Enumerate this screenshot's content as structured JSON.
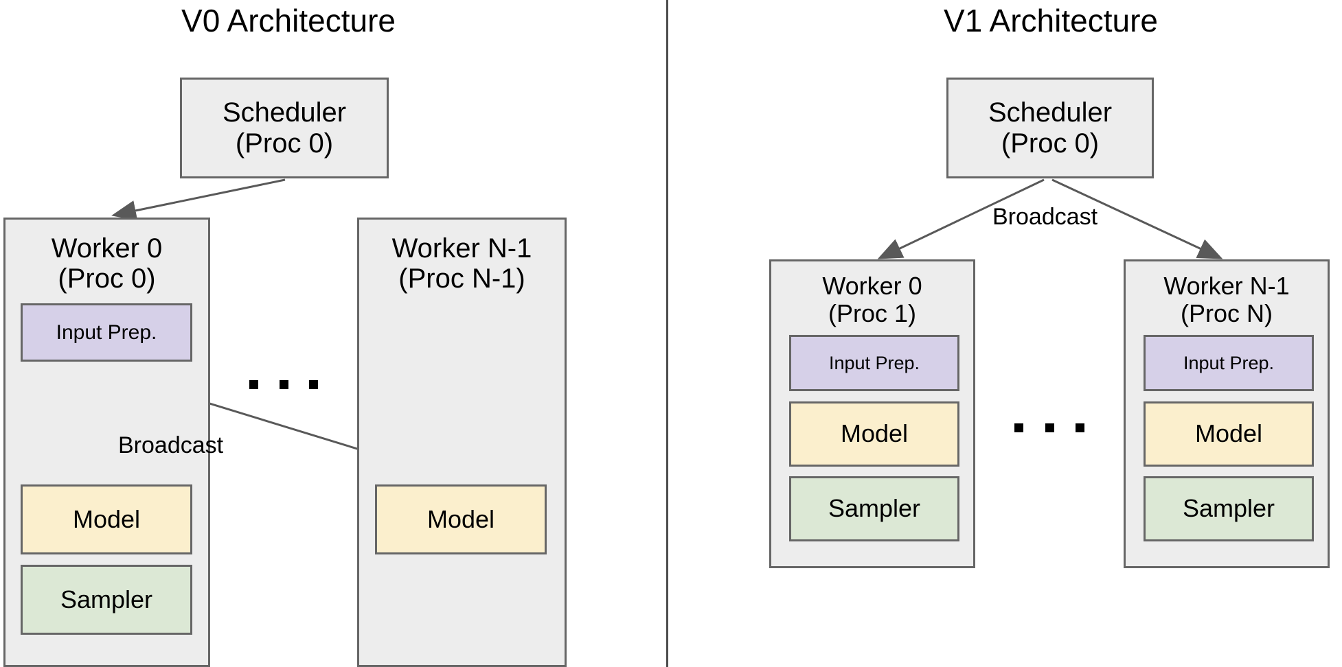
{
  "colors": {
    "container_fill": "#ededed",
    "container_border": "#666666",
    "input_prep_fill": "#d6d0e8",
    "model_fill": "#fbefcd",
    "sampler_fill": "#dce8d5",
    "arrow": "#595959",
    "divider": "#4d4d4d",
    "text": "#000000",
    "background": "#ffffff"
  },
  "panels": {
    "left": {
      "title": "V0 Architecture",
      "scheduler": {
        "line1": "Scheduler",
        "line2": "(Proc 0)"
      },
      "workers": [
        {
          "line1": "Worker 0",
          "line2": "(Proc 0)",
          "components": [
            {
              "label": "Input Prep.",
              "kind": "input-prep"
            },
            {
              "label": "Model",
              "kind": "model"
            },
            {
              "label": "Sampler",
              "kind": "sampler"
            }
          ]
        },
        {
          "line1": "Worker N-1",
          "line2": "(Proc N-1)",
          "components": [
            {
              "label": "Model",
              "kind": "model"
            }
          ]
        }
      ],
      "edge_labels": {
        "broadcast": "Broadcast"
      },
      "ellipsis": "• • •"
    },
    "right": {
      "title": "V1 Architecture",
      "scheduler": {
        "line1": "Scheduler",
        "line2": "(Proc 0)"
      },
      "workers": [
        {
          "line1": "Worker 0",
          "line2": "(Proc 1)",
          "components": [
            {
              "label": "Input Prep.",
              "kind": "input-prep"
            },
            {
              "label": "Model",
              "kind": "model"
            },
            {
              "label": "Sampler",
              "kind": "sampler"
            }
          ]
        },
        {
          "line1": "Worker N-1",
          "line2": "(Proc N)",
          "components": [
            {
              "label": "Input Prep.",
              "kind": "input-prep"
            },
            {
              "label": "Model",
              "kind": "model"
            },
            {
              "label": "Sampler",
              "kind": "sampler"
            }
          ]
        }
      ],
      "edge_labels": {
        "broadcast": "Broadcast"
      },
      "ellipsis": "• • •"
    }
  }
}
